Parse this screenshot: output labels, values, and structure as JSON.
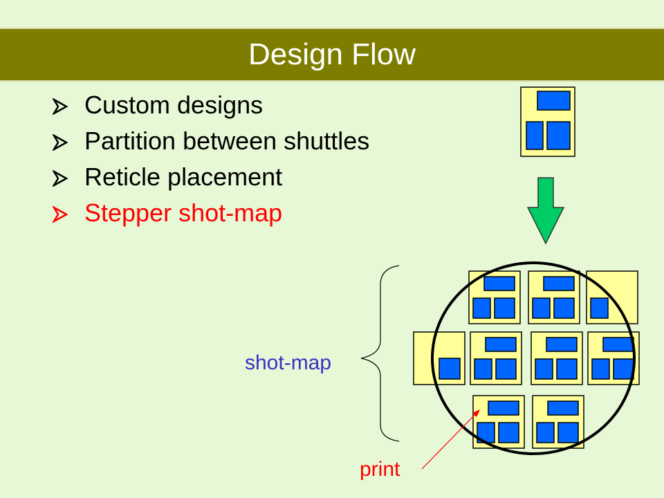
{
  "slide": {
    "title": "Design Flow",
    "bullets": [
      {
        "text": "Custom designs",
        "highlight": false
      },
      {
        "text": "Partition between shuttles",
        "highlight": false
      },
      {
        "text": "Reticle placement",
        "highlight": false
      },
      {
        "text": "Stepper shot-map",
        "highlight": true
      }
    ]
  },
  "diagram": {
    "shotmap_label": "shot-map",
    "print_label": "print"
  },
  "colors": {
    "background": "#e6f8d6",
    "title_bar": "#7e7d00",
    "title_text": "#ffffff",
    "highlight": "#ff0000",
    "reticle_fill": "#ffff99",
    "die_fill": "#0066ff",
    "down_arrow": "#00cc66",
    "shotmap_label": "#3a2fc4"
  },
  "icons": {
    "bullet": "arrow-bullet-icon",
    "transition": "down-arrow-icon"
  }
}
